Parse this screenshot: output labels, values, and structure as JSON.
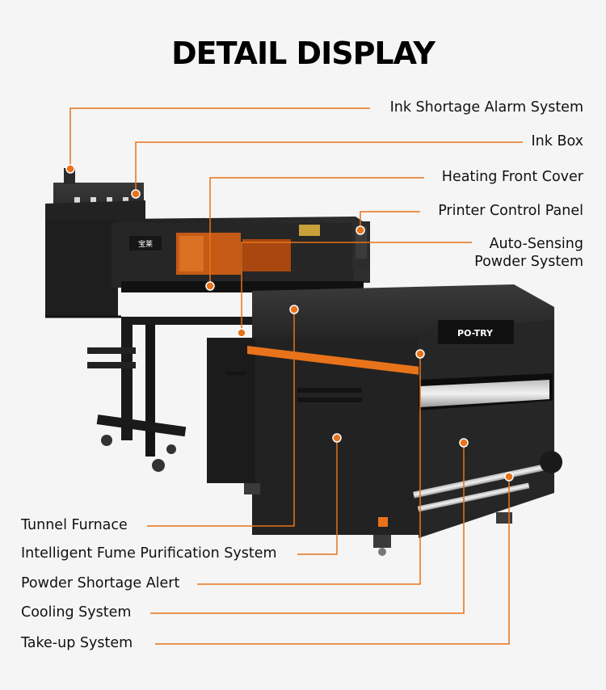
{
  "title": "DETAIL DISPLAY",
  "brand": {
    "cn": "宝莱",
    "en": "PO-TRY"
  },
  "accent_color": "#e8731a",
  "labels": {
    "ink_shortage_alarm": "Ink Shortage Alarm System",
    "ink_box": "Ink Box",
    "heating_front_cover": "Heating Front Cover",
    "printer_control_panel": "Printer Control Panel",
    "auto_sensing_line1": "Auto-Sensing",
    "auto_sensing_line2": "Powder System",
    "tunnel_furnace": "Tunnel Furnace",
    "fume_purification": "Intelligent Fume Purification System",
    "powder_shortage": "Powder Shortage Alert",
    "cooling_system": "Cooling System",
    "take_up_system": "Take-up System"
  }
}
